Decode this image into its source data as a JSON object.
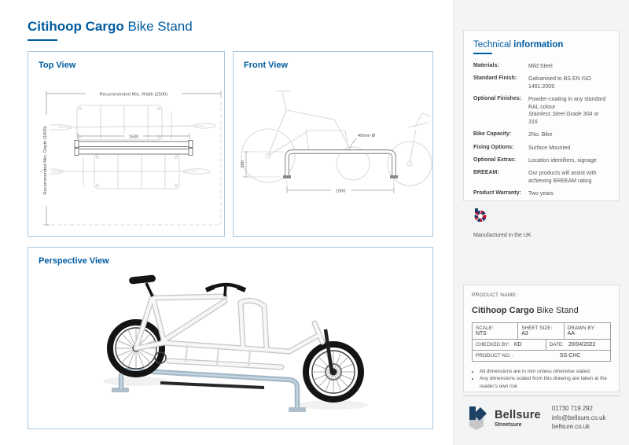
{
  "page": {
    "title_bold": "Citihoop Cargo",
    "title_regular": " Bike Stand"
  },
  "panels": {
    "top_view": {
      "label": "Top View",
      "dim_width": "Recommended Min. Width (2500)",
      "dim_depth": "Recommended Min. Depth (1600)",
      "dim_rail": "1500"
    },
    "front_view": {
      "label": "Front View",
      "dim_diameter": "48mm Ø",
      "dim_height": "380",
      "dim_length": "1900"
    },
    "perspective_view": {
      "label": "Perspective View"
    }
  },
  "tech_info": {
    "title_regular": "Technical ",
    "title_bold": "information",
    "rows": [
      {
        "label": "Materials:",
        "value": "Mild Steel"
      },
      {
        "label": "Standard Finish:",
        "value": "Galvanised to BS EN ISO 1461:2009"
      },
      {
        "label": "Optional Finishes:",
        "value": "Powder-coating in any standard RAL colour",
        "value2": "Stainless Steel Grade 304 or 316"
      },
      {
        "label": "Bike Capacity:",
        "value": "2No. Bike"
      },
      {
        "label": "Fixing Options:",
        "value": "Surface Mounted"
      },
      {
        "label": "Optional Extras:",
        "value": "Location identifiers, signage"
      },
      {
        "label": "BREEAM:",
        "value": "Our products will assist with achieving BREEAM rating"
      },
      {
        "label": "Product Warranty:",
        "value": "Two years"
      }
    ],
    "made_in_uk": "Manufactured in the UK"
  },
  "title_block": {
    "product_name_label": "PRODUCT NAME:",
    "product_name_bold": "Citihoop Cargo",
    "product_name_regular": " Bike Stand",
    "scale_label": "SCALE:",
    "scale_value": "NTS",
    "sheet_size_label": "SHEET SIZE:",
    "sheet_size_value": "A3",
    "drawn_by_label": "DRAWN BY:",
    "drawn_by_value": "AA",
    "checked_by_label": "CHECKED BY:",
    "checked_by_value": "KD",
    "date_label": "DATE:",
    "date_value": "20/04/2022",
    "product_no_label": "PRODUCT NO. :",
    "product_no_value": "SS-CHC",
    "notes": [
      "All dimensions are in mm unless otherwise stated",
      "Any dimensions scaled from this drawing are taken at the reader's own risk"
    ]
  },
  "footer": {
    "brand": "Bellsure",
    "sub_brand": "Streetsure",
    "phone": "01730 719 292",
    "email": "info@bellsure.co.uk",
    "website": "bellsure.co.uk"
  },
  "colors": {
    "accent_blue": "#005ca0",
    "panel_border": "#abc6dc",
    "galvanized_steel": "#a3b8c6",
    "logo_navy": "#1d4264",
    "logo_grey": "#c7c8ca",
    "uk_red": "#c8102e"
  }
}
